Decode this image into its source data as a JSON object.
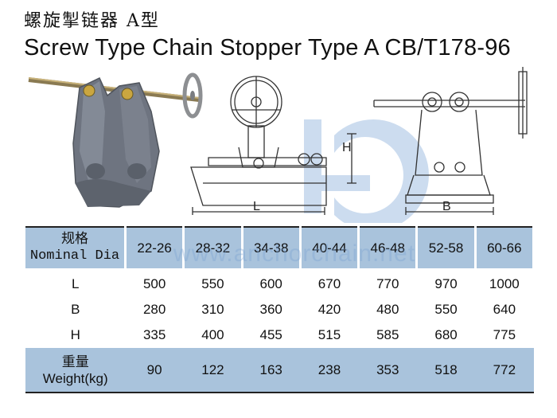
{
  "title_cn": "螺旋掣链器 A型",
  "title_en": "Screw Type Chain Stopper Type A CB/T178-96",
  "watermark": "www.anchorchain.net",
  "drawing": {
    "dim_L": "L",
    "dim_B": "B",
    "dim_H": "H"
  },
  "table": {
    "header_cn": "规格",
    "header_en": "Nominal Dia",
    "sizes": [
      "22-26",
      "28-32",
      "34-38",
      "40-44",
      "46-48",
      "52-58",
      "60-66"
    ],
    "rows": [
      {
        "label": "L",
        "values": [
          "500",
          "550",
          "600",
          "670",
          "770",
          "970",
          "1000"
        ]
      },
      {
        "label": "B",
        "values": [
          "280",
          "310",
          "360",
          "420",
          "480",
          "550",
          "640"
        ]
      },
      {
        "label": "H",
        "values": [
          "335",
          "400",
          "455",
          "515",
          "585",
          "680",
          "775"
        ]
      }
    ],
    "weight_cn": "重量",
    "weight_en": "Weight(kg)",
    "weights": [
      "90",
      "122",
      "163",
      "238",
      "353",
      "518",
      "772"
    ]
  },
  "colors": {
    "header_bg": "#a9c3dc",
    "casting_gray": "#6e7480",
    "watermark_blue": "#7aa0d2"
  }
}
